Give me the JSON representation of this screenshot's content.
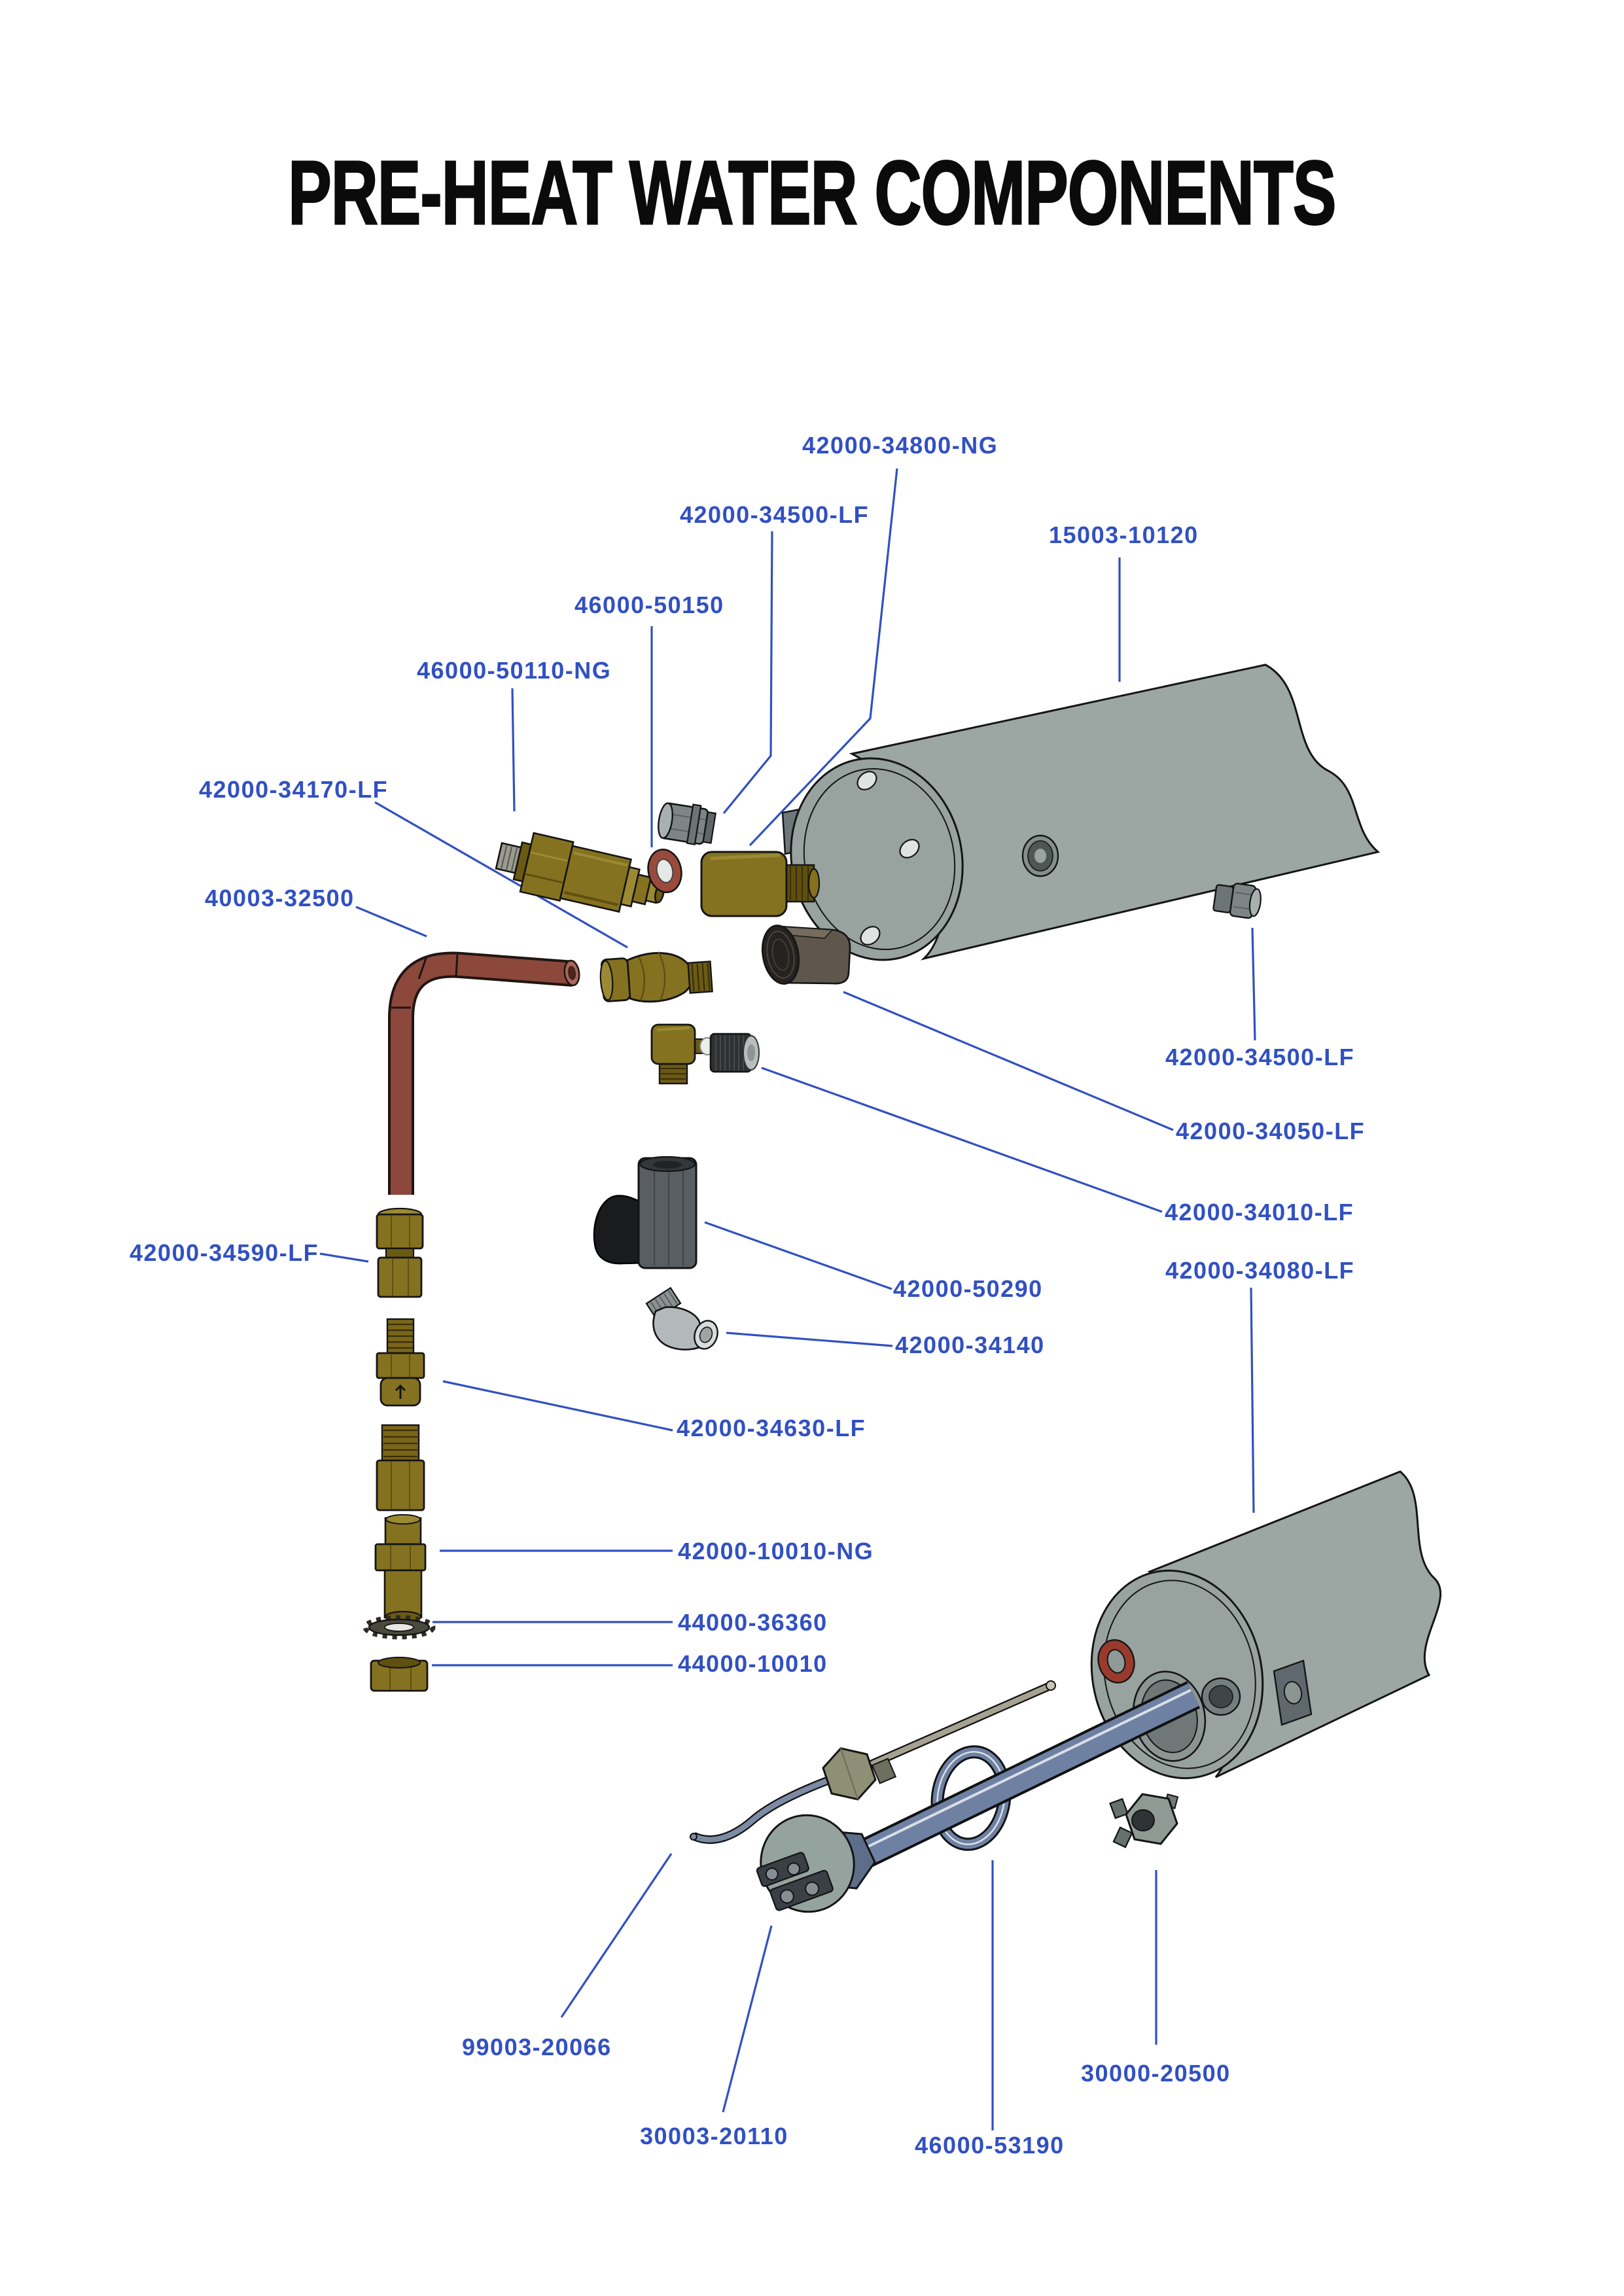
{
  "title": "PRE-HEAT WATER COMPONENTS",
  "colors": {
    "label_blue": "#3150c2",
    "leader_blue": "#3150c2",
    "tank_gray": "#9ca6a3",
    "brass": "#857220",
    "copper_pipe": "#8b483b",
    "element_blue": "#6f81a2",
    "oring_red": "#9a3a2c"
  },
  "labels": {
    "p34800": "42000-34800-NG",
    "p34500a": "42000-34500-LF",
    "p15003": "15003-10120",
    "p50150": "46000-50150",
    "p50110": "46000-50110-NG",
    "p34170": "42000-34170-LF",
    "p32500": "40003-32500",
    "p34590": "42000-34590-LF",
    "p34500b": "42000-34500-LF",
    "p34050": "42000-34050-LF",
    "p34010": "42000-34010-LF",
    "p34080": "42000-34080-LF",
    "p50290": "42000-50290",
    "p34140": "42000-34140",
    "p34630": "42000-34630-LF",
    "p10010ng": "42000-10010-NG",
    "p36360": "44000-36360",
    "p44010010": "44000-10010",
    "p99003": "99003-20066",
    "p20500": "30000-20500",
    "p20110": "30003-20110",
    "p53190": "46000-53190"
  }
}
